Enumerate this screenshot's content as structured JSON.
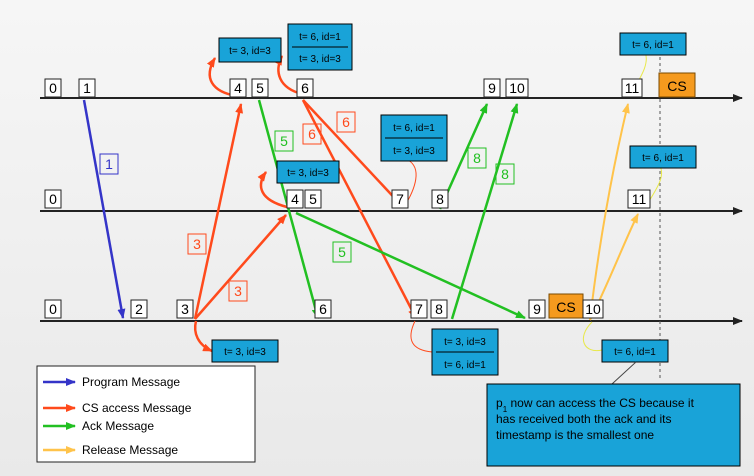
{
  "colors": {
    "program": "#3434c8",
    "cs_access": "#ff4a1c",
    "ack": "#22c022",
    "release": "#ffc34a",
    "queue_box": "#19a3d8",
    "cs_box": "#f59a1e"
  },
  "processes": [
    {
      "ticks": [
        "0",
        "1",
        "4",
        "5",
        "6",
        "9",
        "10",
        "11"
      ]
    },
    {
      "ticks": [
        "0",
        "4",
        "5",
        "7",
        "8",
        "11"
      ]
    },
    {
      "ticks": [
        "0",
        "2",
        "3",
        "6",
        "7",
        "8",
        "9",
        "10"
      ]
    }
  ],
  "cs_label": "CS",
  "queues": {
    "q1": [
      "t= 3, id=3"
    ],
    "q2": [
      "t= 6, id=1",
      "t= 3, id=3"
    ],
    "q3": [
      "t= 6, id=1"
    ],
    "q4": [
      "t= 6, id=1",
      "t= 3, id=3"
    ],
    "q5": [
      "t= 3, id=3"
    ],
    "q6": [
      "t= 6, id=1"
    ],
    "q7": [
      "t= 3, id=3"
    ],
    "q8": [
      "t= 3, id=3",
      "t= 6, id=1"
    ],
    "q9": [
      "t= 6, id=1"
    ]
  },
  "msg_labels": {
    "m1": "1",
    "m3a": "3",
    "m3b": "3",
    "m5a": "5",
    "m5b": "5",
    "m6a": "6",
    "m6b": "6",
    "m8a": "8",
    "m8b": "8"
  },
  "legend": {
    "program": "Program Message",
    "cs_access": "CS access Message",
    "ack": "Ack Message",
    "release": "Release Message"
  },
  "note": {
    "line1_p": "p",
    "line1_sub": "1",
    "line1_rest": " now can access the CS because it",
    "line2": "has received both the ack and its",
    "line3": "timestamp is the smallest one"
  }
}
